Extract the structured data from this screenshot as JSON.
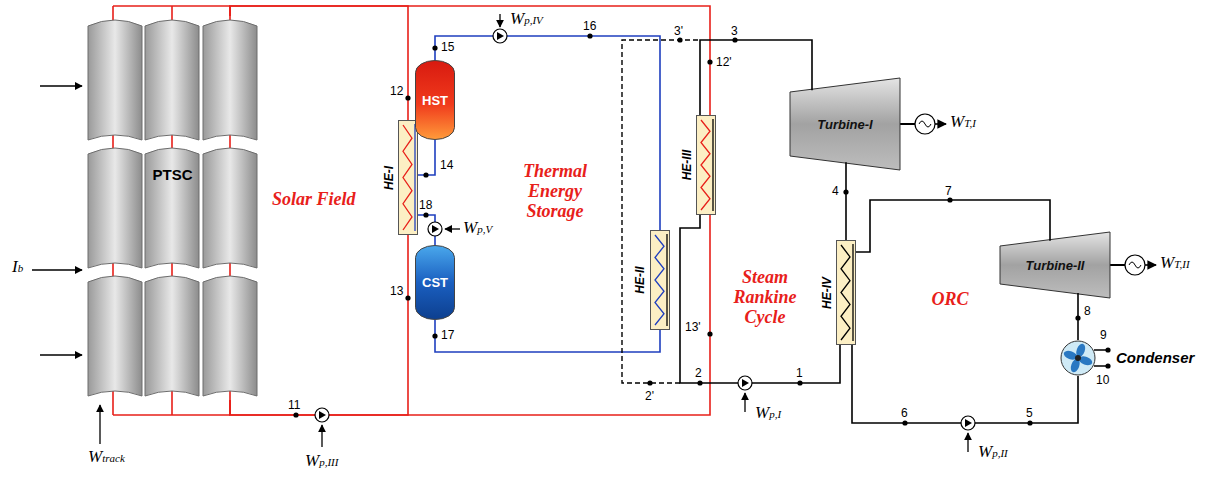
{
  "diagram": {
    "nodes": [
      {
        "text": [
          "PTSC"
        ]
      },
      {
        "text": [
          "HE-I"
        ]
      },
      {
        "text": [
          "HST"
        ]
      },
      {
        "text": [
          "CST"
        ]
      },
      {
        "text": [
          "HE-II"
        ]
      },
      {
        "text": [
          "HE-III"
        ]
      },
      {
        "text": [
          "Turbine-I"
        ]
      },
      {
        "text": [
          "HE-IV"
        ]
      },
      {
        "text": [
          "Turbine-II"
        ]
      },
      {
        "text": [
          "Condenser"
        ]
      }
    ],
    "edges": [
      {
        "from": 0,
        "to": 1,
        "arrow": "none"
      },
      {
        "from": 0,
        "to": 5,
        "arrow": "none"
      },
      {
        "from": 1,
        "to": 0,
        "arrow": "none"
      },
      {
        "from": 5,
        "to": 0,
        "arrow": "none"
      },
      {
        "from": 1,
        "to": 2,
        "arrow": "none"
      },
      {
        "from": 2,
        "to": 4,
        "arrow": "none"
      },
      {
        "from": 4,
        "to": 3,
        "arrow": "none"
      },
      {
        "from": 3,
        "to": 1,
        "arrow": "none"
      },
      {
        "from": 5,
        "to": 6,
        "arrow": "none"
      },
      {
        "from": 6,
        "to": 7,
        "arrow": "none"
      },
      {
        "from": 7,
        "to": 5,
        "arrow": "none"
      },
      {
        "from": 7,
        "to": 8,
        "arrow": "none"
      },
      {
        "from": 8,
        "to": 9,
        "arrow": "none"
      },
      {
        "from": 9,
        "to": 7,
        "arrow": "none"
      }
    ],
    "labels": [
      "Ib",
      "Wtrack",
      "Wp,III",
      "11",
      "12",
      "13",
      "Solar Field",
      "15",
      "Wp,IV",
      "16",
      "14",
      "18",
      "Wp,V",
      "17",
      "Thermal Energy Storage",
      "3'",
      "3",
      "12'",
      "13'",
      "2'",
      "2",
      "Wp,I",
      "1",
      "Steam Rankine Cycle",
      "WT,I",
      "4",
      "7",
      "ORC",
      "WT,II",
      "8",
      "9",
      "10",
      "5",
      "6",
      "Wp,II"
    ]
  }
}
